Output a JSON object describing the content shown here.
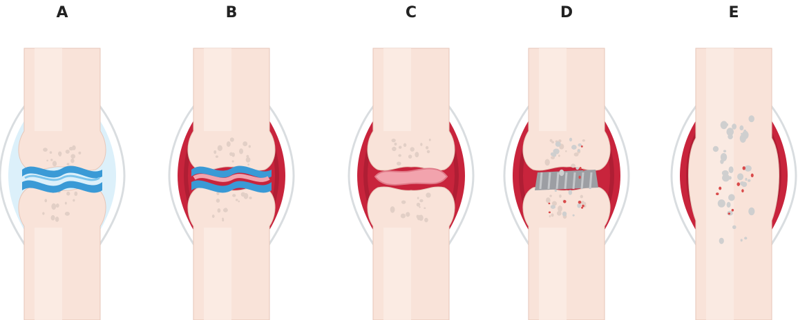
{
  "diagram": {
    "panels": [
      {
        "label": "A",
        "stage": "healthy-joint"
      },
      {
        "label": "B",
        "stage": "synovitis"
      },
      {
        "label": "C",
        "stage": "pannus-formation"
      },
      {
        "label": "D",
        "stage": "cartilage-erosion"
      },
      {
        "label": "E",
        "stage": "bone-fusion"
      }
    ],
    "colors": {
      "bone": "#f9e3d9",
      "bone_highlight": "#fbece5",
      "bone_outline": "#e6c6b8",
      "capsule_outline": "#d9dde0",
      "synovial_fluid_normal": "#bfe3f5",
      "inflamed_tissue": "#c8243c",
      "inflamed_dark": "#9e1a2e",
      "cartilage": "#3a9ad6",
      "cartilage_light": "#7cc5ec",
      "pannus": "#f2a3ad",
      "eroded_cartilage": "#9c9ea3",
      "bone_spot": "#e2cfc6",
      "bone_lesion": "#cfcfcf",
      "inflamed_dot": "#d94a4a"
    }
  }
}
